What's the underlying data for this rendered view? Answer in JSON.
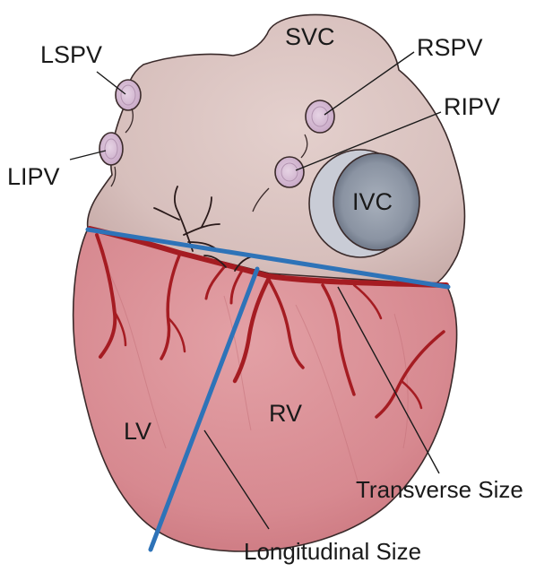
{
  "labels": {
    "svc": "SVC",
    "lspv": "LSPV",
    "rspv": "RSPV",
    "ripv": "RIPV",
    "lipv": "LIPV",
    "ivc": "IVC",
    "lv": "LV",
    "rv": "RV",
    "transverse": "Transverse Size",
    "longitudinal": "Longitudinal Size"
  },
  "colors": {
    "atria_fill": "#d9c2c0",
    "ventricle_fill": "#d98e95",
    "vessel_red": "#a51c22",
    "measure_blue": "#2e73b8",
    "vein_fill": "#d5bdd3",
    "ivc_fill": "#8f98a6"
  }
}
